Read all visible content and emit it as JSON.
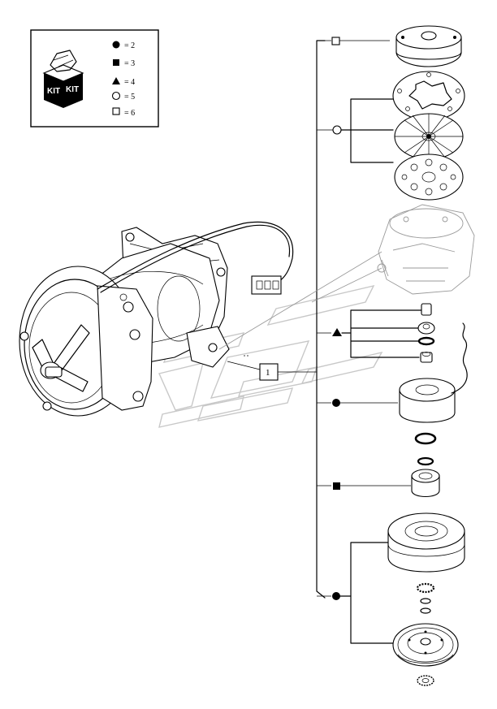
{
  "legend": {
    "kit_label_left": "KIT",
    "kit_label_right": "KIT",
    "items": [
      {
        "symbol": "filled-circle",
        "label": "= 2"
      },
      {
        "symbol": "filled-square",
        "label": "= 3"
      },
      {
        "symbol": "filled-triangle",
        "label": "= 4"
      },
      {
        "symbol": "open-circle",
        "label": "= 5"
      },
      {
        "symbol": "open-square",
        "label": "= 6"
      }
    ]
  },
  "callout": {
    "reference": "1"
  },
  "colors": {
    "ink": "#000000",
    "watermark": "#c8c8c8",
    "ghost": "#9a9a9a"
  }
}
